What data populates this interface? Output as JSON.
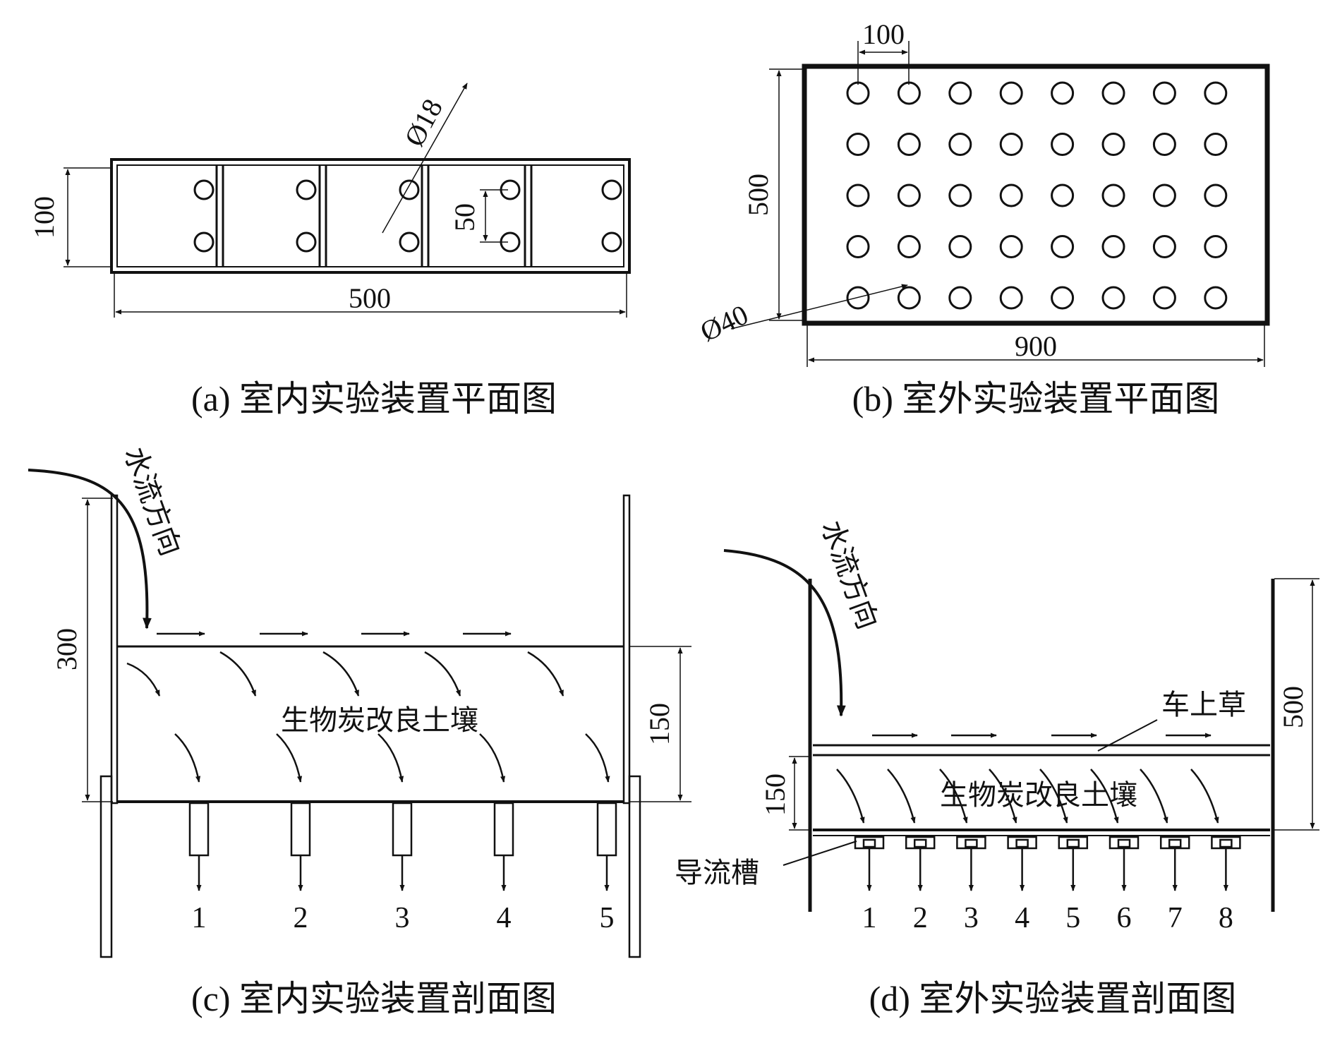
{
  "panel_a": {
    "caption": "(a) 室内实验装置平面图",
    "dim_height": "100",
    "dim_width": "500",
    "dim_hole_spacing": "50",
    "dim_hole_diameter": "Ø18"
  },
  "panel_b": {
    "caption": "(b) 室外实验装置平面图",
    "dim_height": "500",
    "dim_width": "900",
    "dim_hole_spacing": "100",
    "dim_hole_diameter": "Ø40"
  },
  "panel_c": {
    "caption": "(c) 室内实验装置剖面图",
    "flow_label": "水流方向",
    "soil_label": "生物炭改良土壤",
    "dim_total_height": "300",
    "dim_soil_height": "150",
    "outlets": [
      "1",
      "2",
      "3",
      "4",
      "5"
    ]
  },
  "panel_d": {
    "caption": "(d) 室外实验装置剖面图",
    "flow_label": "水流方向",
    "soil_label": "生物炭改良土壤",
    "grass_label": "车上草",
    "channel_label": "导流槽",
    "dim_soil_height": "150",
    "dim_total_height": "500",
    "outlets": [
      "1",
      "2",
      "3",
      "4",
      "5",
      "6",
      "7",
      "8"
    ]
  },
  "colors": {
    "line": "#111111",
    "background": "#ffffff"
  }
}
